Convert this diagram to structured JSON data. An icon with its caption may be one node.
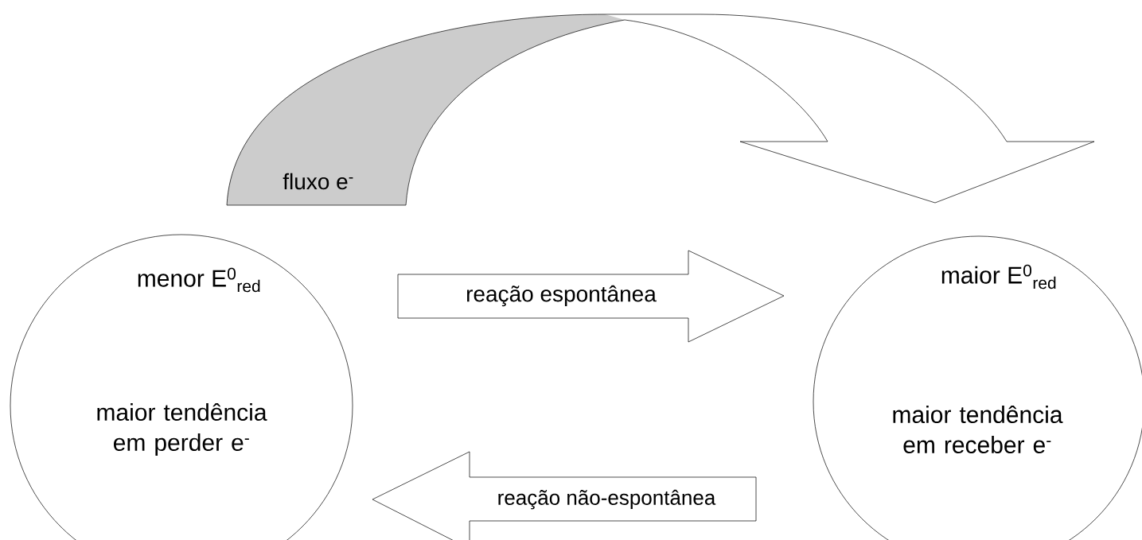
{
  "diagram": {
    "nodes": [
      {
        "text": [
          "menor E$^{0}$$_{red}$",
          "maior tendência em perder e$^{-}$"
        ]
      },
      {
        "text": [
          "maior E$^{0}$$_{red}$",
          "maior tendência em receber e$^{-}$"
        ]
      }
    ],
    "edges": [
      {
        "from": 0,
        "to": 1,
        "arrow": "to",
        "label": "fluxo e$^{-}$"
      },
      {
        "from": 0,
        "to": 1,
        "arrow": "to",
        "label": "reação espontânea"
      },
      {
        "from": 1,
        "to": 0,
        "arrow": "to",
        "label": "reação não-espontânea"
      }
    ]
  }
}
